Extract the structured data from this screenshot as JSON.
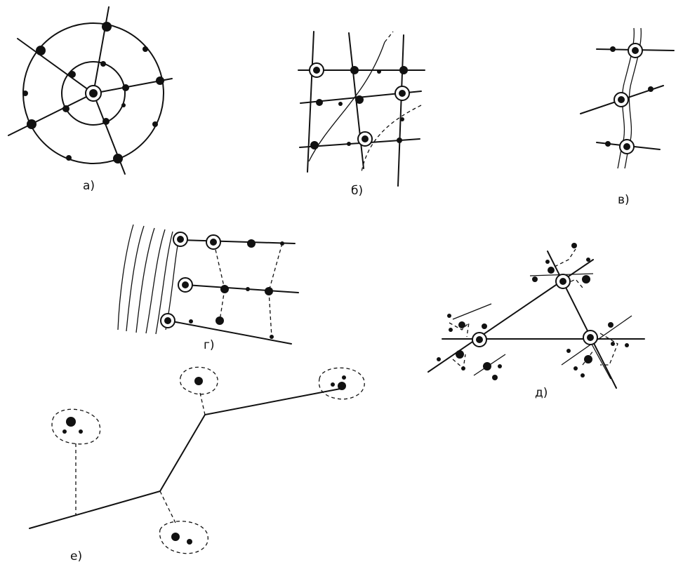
{
  "panels": {
    "a": {
      "label": "а)"
    },
    "b": {
      "label": "б)"
    },
    "v": {
      "label": "в)"
    },
    "g": {
      "label": "г)"
    },
    "d": {
      "label": "д)"
    },
    "e": {
      "label": "е)"
    }
  },
  "colors": {
    "ink": "#111111",
    "paper": "#ffffff"
  }
}
